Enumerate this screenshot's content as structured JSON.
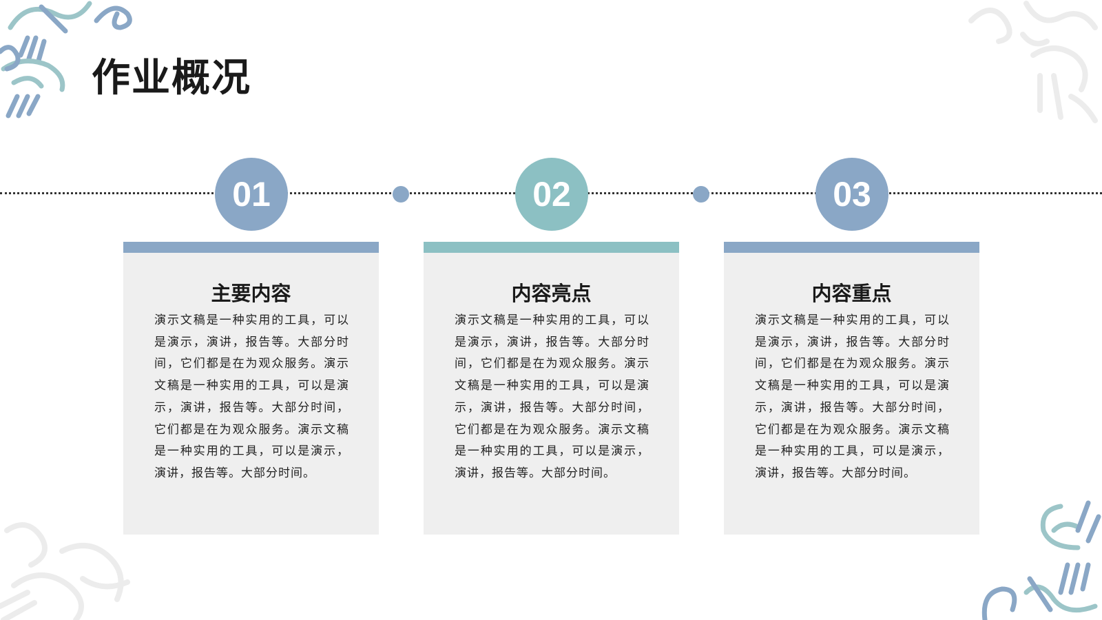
{
  "page": {
    "title": "作业概况"
  },
  "colors": {
    "blue": "#8aa7c6",
    "teal": "#8cc0c3",
    "card_bg": "#efefef"
  },
  "steps": [
    {
      "number": "01",
      "title": "主要内容",
      "body": "演示文稿是一种实用的工具，可以是演示，演讲，报告等。大部分时间，它们都是在为观众服务。演示文稿是一种实用的工具，可以是演示，演讲，报告等。大部分时间，它们都是在为观众服务。演示文稿是一种实用的工具，可以是演示，演讲，报告等。大部分时间。"
    },
    {
      "number": "02",
      "title": "内容亮点",
      "body": "演示文稿是一种实用的工具，可以是演示，演讲，报告等。大部分时间，它们都是在为观众服务。演示文稿是一种实用的工具，可以是演示，演讲，报告等。大部分时间，它们都是在为观众服务。演示文稿是一种实用的工具，可以是演示，演讲，报告等。大部分时间。"
    },
    {
      "number": "03",
      "title": "内容重点",
      "body": "演示文稿是一种实用的工具，可以是演示，演讲，报告等。大部分时间，它们都是在为观众服务。演示文稿是一种实用的工具，可以是演示，演讲，报告等。大部分时间，它们都是在为观众服务。演示文稿是一种实用的工具，可以是演示，演讲，报告等。大部分时间。"
    }
  ]
}
